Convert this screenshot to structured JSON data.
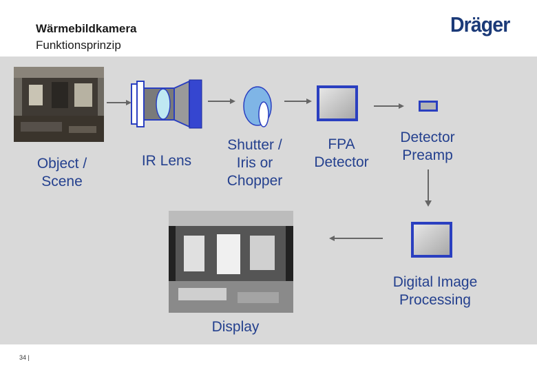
{
  "header": {
    "title": "Wärmebildkamera",
    "subtitle": "Funktionsprinzip",
    "logo_text": "Dräger"
  },
  "diagram": {
    "object_label_line1": "Object /",
    "object_label_line2": "Scene",
    "lens_label": "IR Lens",
    "shutter_label_line1": "Shutter /",
    "shutter_label_line2": "Iris or",
    "shutter_label_line3": "Chopper",
    "fpa_label_line1": "FPA",
    "fpa_label_line2": "Detector",
    "preamp_label_line1": "Detector",
    "preamp_label_line2": "Preamp",
    "processing_label_line1": "Digital Image",
    "processing_label_line2": "Processing",
    "display_label": "Display"
  },
  "footer": {
    "page_number": "34 |"
  },
  "colors": {
    "label_blue": "#24408e",
    "content_bg": "#d9d9d9",
    "component_blue": "#2a3fc0",
    "logo_blue": "#1b3a78"
  }
}
